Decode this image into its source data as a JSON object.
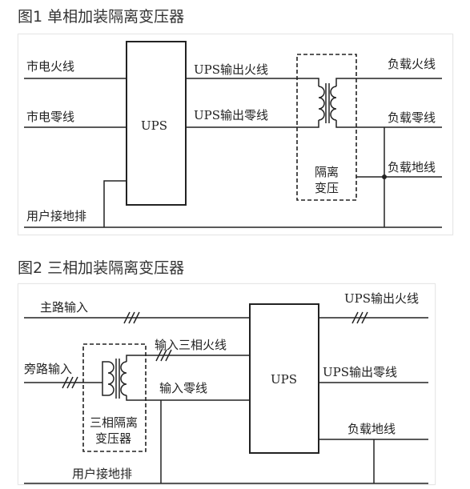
{
  "figure1": {
    "title": "图1 单相加装隔离变压器",
    "labels": {
      "mains_live": "市电火线",
      "mains_neutral": "市电零线",
      "ups": "UPS",
      "ups_out_live": "UPS输出火线",
      "ups_out_neutral": "UPS输出零线",
      "load_live": "负载火线",
      "load_neutral": "负载零线",
      "load_ground": "负载地线",
      "transformer_l1": "隔离",
      "transformer_l2": "变压",
      "user_ground": "用户接地排"
    }
  },
  "figure2": {
    "title": "图2 三相加装隔离变压器",
    "labels": {
      "main_input": "主路输入",
      "bypass_input": "旁路输入",
      "input_3ph_live": "输入三相火线",
      "input_neutral": "输入零线",
      "ups": "UPS",
      "ups_out_live": "UPS输出火线",
      "ups_out_neutral": "UPS输出零线",
      "load_ground": "负载地线",
      "transformer_l1": "三相隔离",
      "transformer_l2": "变压器",
      "user_ground": "用户接地排"
    }
  }
}
